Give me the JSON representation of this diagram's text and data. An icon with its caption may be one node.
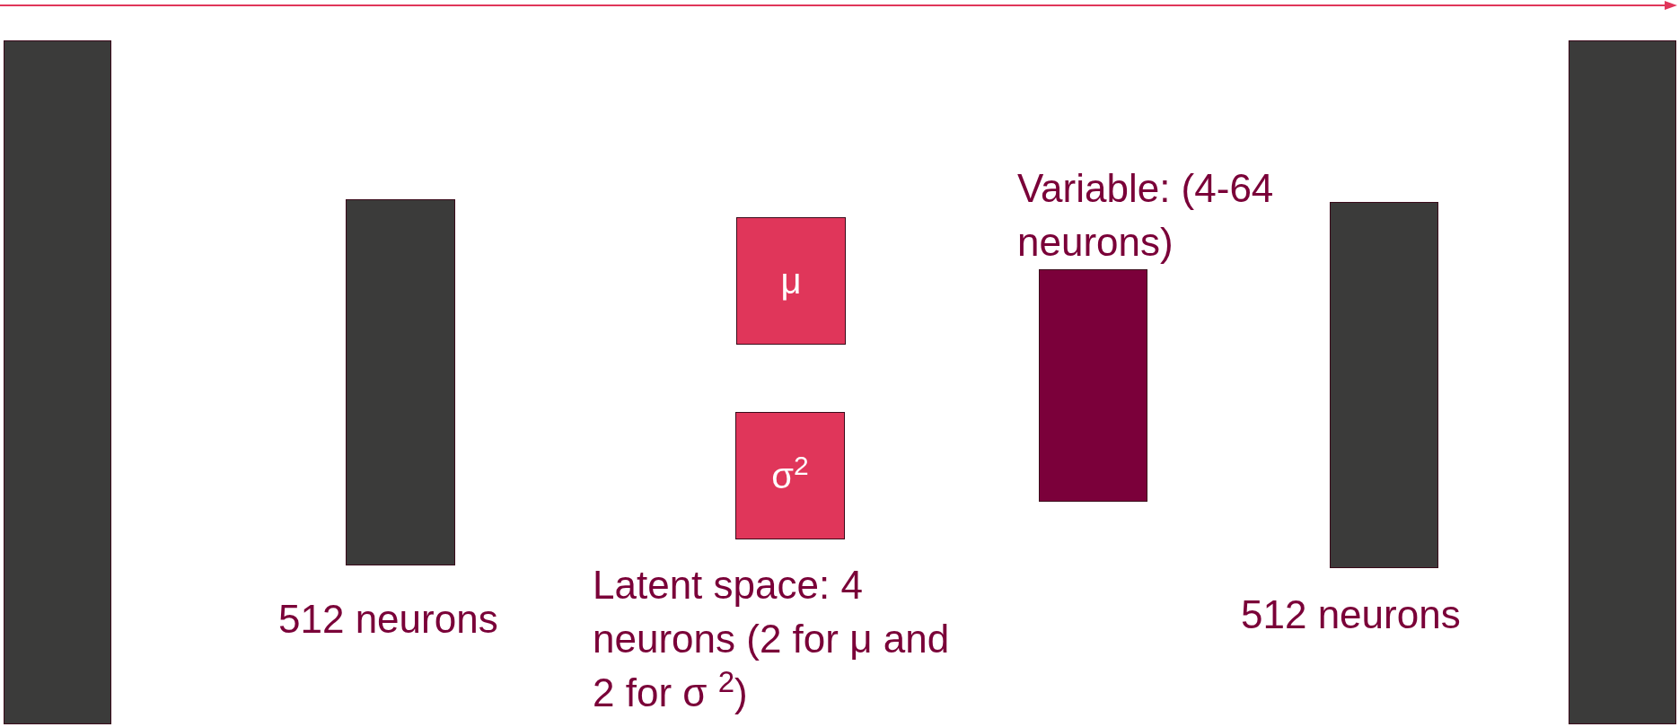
{
  "diagram": {
    "nodes": [
      {
        "text": [],
        "shape": "bar"
      },
      {
        "text": [],
        "shape": "bar",
        "beside": [
          "512 neurons"
        ]
      },
      {
        "text": [
          "μ"
        ]
      },
      {
        "text": [
          "σ$^{2}$"
        ],
        "beside": [
          "Latent space: 4 neurons (2 for μ and 2 for σ $^{2}$)"
        ]
      },
      {
        "text": [],
        "shape": "bar",
        "beside": [
          "Variable: (4-64 neurons)"
        ]
      },
      {
        "text": [],
        "shape": "bar",
        "beside": [
          "512 neurons"
        ]
      },
      {
        "text": [],
        "shape": "bar"
      }
    ],
    "edges": []
  }
}
